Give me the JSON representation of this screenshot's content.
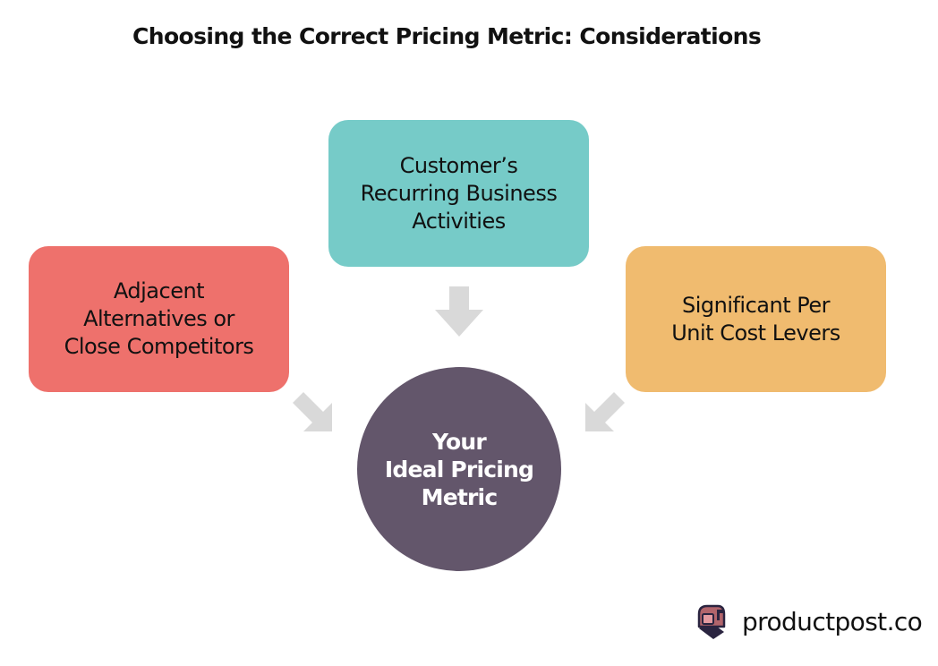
{
  "title": "Choosing the Correct Pricing Metric: Considerations",
  "nodes": {
    "top": {
      "label": "Customer’s\nRecurring Business\nActivities",
      "color": "#76cbc8"
    },
    "left": {
      "label": "Adjacent\nAlternatives or\nClose Competitors",
      "color": "#ee716c"
    },
    "right": {
      "label": "Significant Per\nUnit Cost Levers",
      "color": "#f0bb6f"
    },
    "center": {
      "label": "Your\nIdeal Pricing\nMetric",
      "color": "#63566b"
    }
  },
  "arrow_color": "#d9d9d9",
  "brand": {
    "text": "productpost.co",
    "icon": "mailbox-logo-icon"
  }
}
